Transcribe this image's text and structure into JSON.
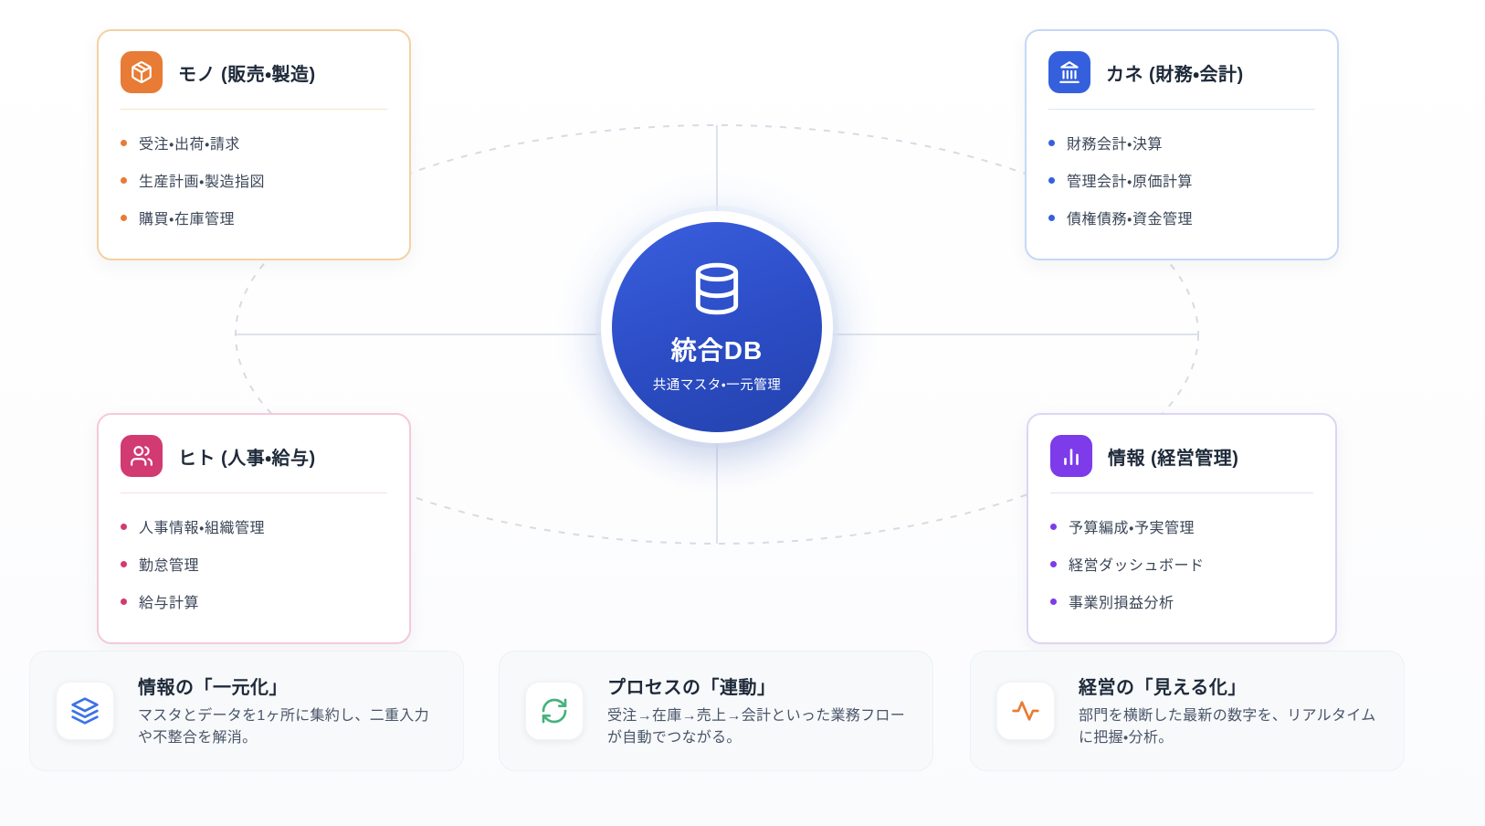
{
  "diagram": {
    "center": {
      "title": "統合DB",
      "subtitle": "共通マスタ・一元管理",
      "icon": "database-icon",
      "color": "#2b4cc4"
    },
    "quadrants": [
      {
        "id": "mono",
        "title": "モノ (販売・製造)",
        "icon": "package-icon",
        "accent": "#e87b35",
        "border": "#f3d2a4",
        "items": [
          "受注・出荷・請求",
          "生産計画・製造指図",
          "購買・在庫管理"
        ]
      },
      {
        "id": "kane",
        "title": "カネ (財務・会計)",
        "icon": "landmark-icon",
        "accent": "#3560dd",
        "border": "#c5d8f6",
        "items": [
          "財務会計・決算",
          "管理会計・原価計算",
          "債権債務・資金管理"
        ]
      },
      {
        "id": "hito",
        "title": "ヒト (人事・給与)",
        "icon": "users-icon",
        "accent": "#d23a72",
        "border": "#f4c9da",
        "items": [
          "人事情報・組織管理",
          "勤怠管理",
          "給与計算"
        ]
      },
      {
        "id": "joho",
        "title": "情報 (経営管理)",
        "icon": "bar-chart-icon",
        "accent": "#7d3bea",
        "border": "#ded4f3",
        "items": [
          "予算編成・予実管理",
          "経営ダッシュボード",
          "事業別損益分析"
        ]
      }
    ],
    "features": [
      {
        "title": "情報の「一元化」",
        "icon": "layers-icon",
        "icon_color": "#3b72e8",
        "description": "マスタとデータを1ヶ所に集約し、二重入力や不整合を解消。"
      },
      {
        "title": "プロセスの「連動」",
        "icon": "refresh-icon",
        "icon_color": "#46b27c",
        "description": "受注→在庫→売上→会計といった業務フローが自動でつながる。"
      },
      {
        "title": "経営の「見える化」",
        "icon": "activity-icon",
        "icon_color": "#e87b35",
        "description": "部門を横断した最新の数字を、リアルタイムに把握・分析。"
      }
    ]
  }
}
